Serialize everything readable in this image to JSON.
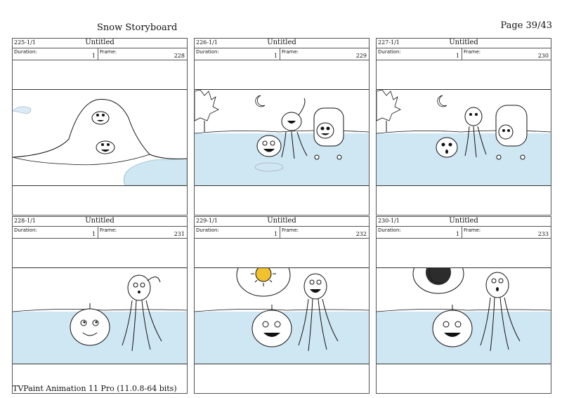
{
  "header": {
    "title": "Snow Storyboard",
    "page": "Page   39/43"
  },
  "footer": {
    "app": "TVPaint Animation 11 Pro (11.0.8-64 bits)"
  },
  "labels": {
    "duration": "Duration:",
    "frame": "Frame:"
  },
  "panels": [
    {
      "scene": "225-1/1",
      "name": "Untitled",
      "duration": "1",
      "frame": "228"
    },
    {
      "scene": "226-1/1",
      "name": "Untitled",
      "duration": "1",
      "frame": "229"
    },
    {
      "scene": "227-1/1",
      "name": "Untitled",
      "duration": "1",
      "frame": "230"
    },
    {
      "scene": "228-1/1",
      "name": "Untitled",
      "duration": "1",
      "frame": "231"
    },
    {
      "scene": "229-1/1",
      "name": "Untitled",
      "duration": "1",
      "frame": "232"
    },
    {
      "scene": "230-1/1",
      "name": "Untitled",
      "duration": "1",
      "frame": "233"
    }
  ],
  "colors": {
    "ice": "#cfe6f3",
    "sun": "#f2c12e",
    "night": "#2c2c2c",
    "line": "#111111"
  }
}
